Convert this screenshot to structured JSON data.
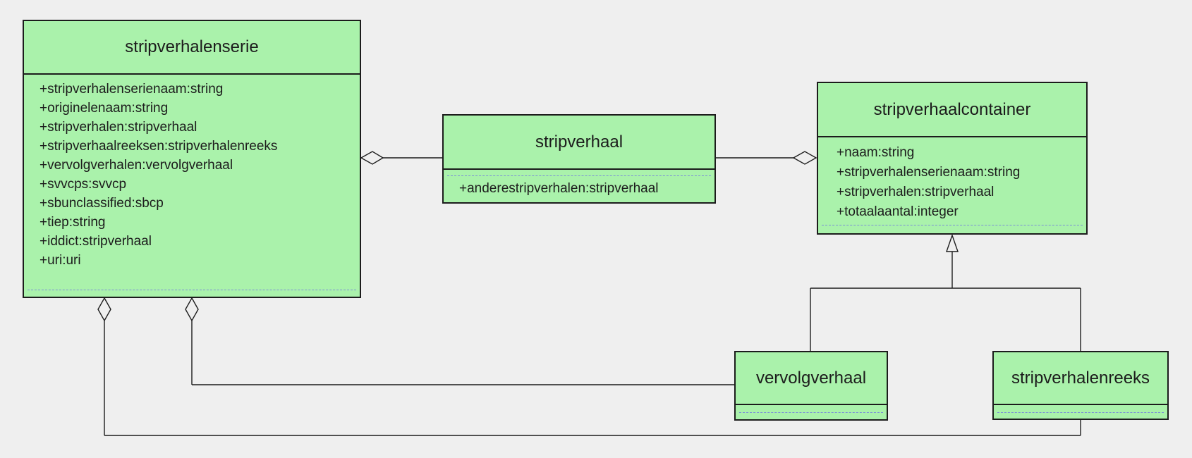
{
  "diagram": {
    "colors": {
      "background": "#efefef",
      "class_fill": "#aaf2ab",
      "class_border": "#1c1c1c",
      "connector": "#1c1c1c",
      "compartment_dashed_separator": "#7b8fd6"
    },
    "classes": [
      {
        "title": "stripverhalenserie",
        "attributes": [
          "+stripverhalenserienaam:string",
          "+originelenaam:string",
          "+stripverhalen:stripverhaal",
          "+stripverhaalreeksen:stripverhalenreeks",
          "+vervolgverhalen:vervolgverhaal",
          "+svvcps:svvcp",
          "+sbunclassified:sbcp",
          "+tiep:string",
          "+iddict:stripverhaal",
          "+uri:uri"
        ]
      },
      {
        "title": "stripverhaal",
        "attributes": [
          "+anderestripverhalen:stripverhaal"
        ]
      },
      {
        "title": "stripverhaalcontainer",
        "attributes": [
          "+naam:string",
          "+stripverhalenserienaam:string",
          "+stripverhalen:stripverhaal",
          "+totaalaantal:integer"
        ]
      },
      {
        "title": "vervolgverhaal",
        "attributes": []
      },
      {
        "title": "stripverhalenreeks",
        "attributes": []
      }
    ],
    "relations": [
      {
        "type": "aggregation",
        "symbol": "hollow-diamond",
        "whole": "stripverhalenserie",
        "part": "stripverhaal"
      },
      {
        "type": "aggregation",
        "symbol": "hollow-diamond",
        "whole": "stripverhaalcontainer",
        "part": "stripverhaal"
      },
      {
        "type": "generalization",
        "symbol": "hollow-triangle",
        "parent": "stripverhaalcontainer",
        "child": "vervolgverhaal"
      },
      {
        "type": "generalization",
        "symbol": "hollow-triangle",
        "parent": "stripverhaalcontainer",
        "child": "stripverhalenreeks"
      },
      {
        "type": "aggregation",
        "symbol": "hollow-diamond",
        "whole": "stripverhalenserie",
        "part": "vervolgverhaal"
      },
      {
        "type": "aggregation",
        "symbol": "hollow-diamond",
        "whole": "stripverhalenserie",
        "part": "stripverhalenreeks"
      }
    ]
  }
}
